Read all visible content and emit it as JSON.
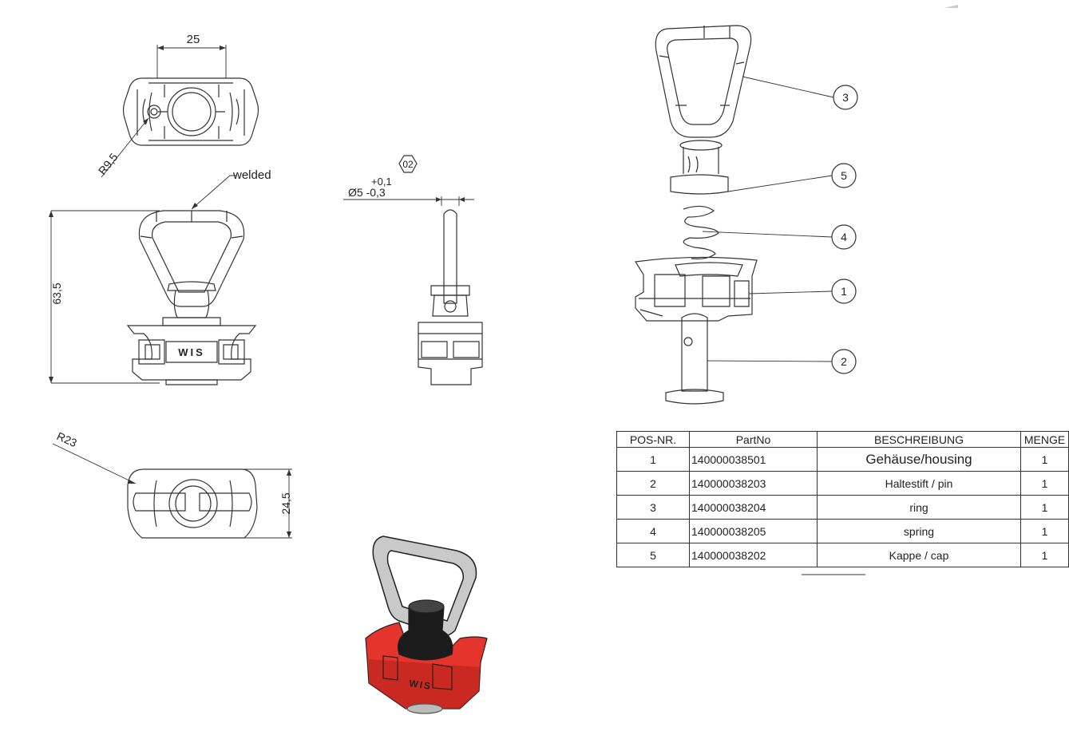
{
  "views": {
    "top": {
      "dim_width": "25",
      "dim_radius": "R9,5"
    },
    "front": {
      "dim_height": "63,5",
      "note_welded": "welded",
      "brand": "WIS"
    },
    "pin": {
      "tag": "02",
      "tol_upper": "+0,1",
      "dia": "Ø5 -0,3"
    },
    "bottom": {
      "dim_radius": "R23",
      "dim_depth": "24,5"
    }
  },
  "balloons": [
    "3",
    "5",
    "4",
    "1",
    "2"
  ],
  "iso": {
    "brand": "WIS",
    "body_color": "#e4342b",
    "ring_color": "#c9c9c9",
    "cap_color": "#1b1b1b"
  },
  "bom": {
    "headers": [
      "POS-NR.",
      "PartNo",
      "BESCHREIBUNG",
      "MENGE"
    ],
    "rows": [
      {
        "pos": "1",
        "part": "140000038501",
        "desc": "Gehäuse/housing",
        "qty": "1"
      },
      {
        "pos": "2",
        "part": "140000038203",
        "desc": "Haltestift / pin",
        "qty": "1"
      },
      {
        "pos": "3",
        "part": "140000038204",
        "desc": "ring",
        "qty": "1"
      },
      {
        "pos": "4",
        "part": "140000038205",
        "desc": "spring",
        "qty": "1"
      },
      {
        "pos": "5",
        "part": "140000038202",
        "desc": "Kappe / cap",
        "qty": "1"
      }
    ]
  }
}
